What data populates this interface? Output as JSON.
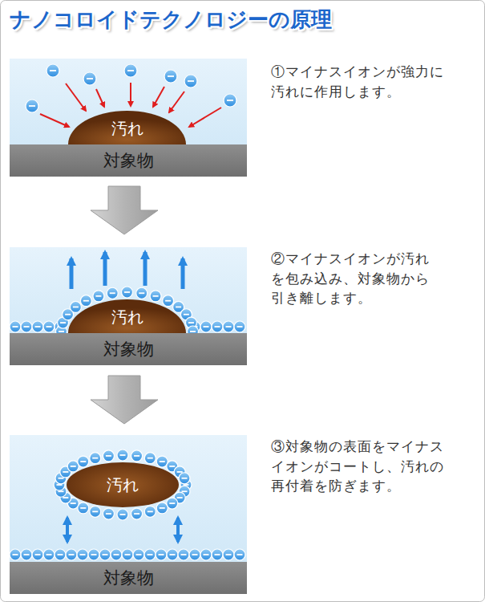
{
  "diagram": {
    "title": "ナノコロイドテクノロジーの原理",
    "nodes": [
      {
        "text": [
          "汚れ"
        ]
      },
      {
        "text": [
          "対象物"
        ]
      },
      {
        "text": [
          "汚れ"
        ]
      },
      {
        "text": [
          "対象物"
        ]
      },
      {
        "text": [
          "汚れ"
        ]
      },
      {
        "text": [
          "対象物"
        ]
      }
    ],
    "labels": [
      "①マイナスイオンが強力に 汚れに作用します。",
      "②マイナスイオンが汚れ を包み込み、対象物から 引き離します。",
      "③対象物の表面をマイナス イオンがコートし、汚れの 再付着を防ぎます。"
    ]
  }
}
